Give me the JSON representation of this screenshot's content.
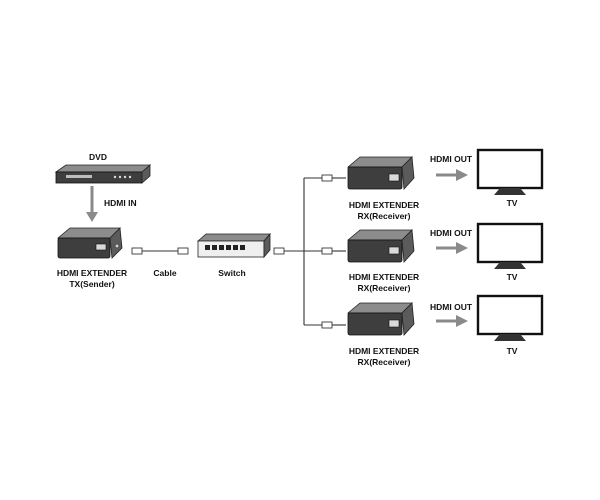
{
  "labels": {
    "dvd": "DVD",
    "hdmi_in": "HDMI IN",
    "tx_line1": "HDMI EXTENDER",
    "tx_line2": "TX(Sender)",
    "cable": "Cable",
    "switch": "Switch",
    "rx_line1": "HDMI EXTENDER",
    "rx_line2": "RX(Receiver)",
    "hdmi_out": "HDMI OUT",
    "tv": "TV"
  },
  "receivers": [
    {
      "rx_line1": "HDMI EXTENDER",
      "rx_line2": "RX(Receiver)",
      "hdmi_out": "HDMI OUT",
      "tv": "TV"
    },
    {
      "rx_line1": "HDMI EXTENDER",
      "rx_line2": "RX(Receiver)",
      "hdmi_out": "HDMI OUT",
      "tv": "TV"
    },
    {
      "rx_line1": "HDMI EXTENDER",
      "rx_line2": "RX(Receiver)",
      "hdmi_out": "HDMI OUT",
      "tv": "TV"
    }
  ],
  "colors": {
    "device_dark": "#3e3e3e",
    "device_mid": "#5b5b5b",
    "arrow_grey": "#8a8a8a",
    "line": "#333333"
  }
}
